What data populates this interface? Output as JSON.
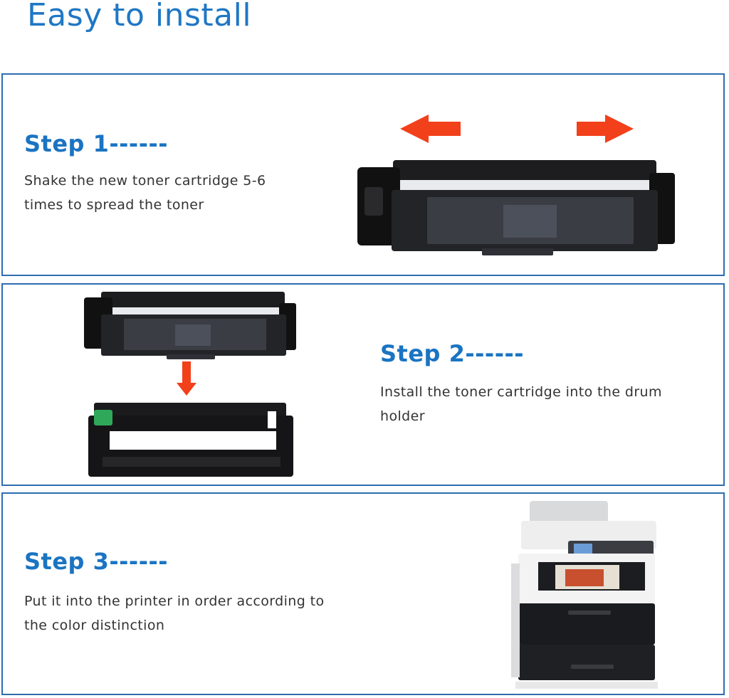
{
  "title": "Easy to install",
  "steps": [
    {
      "heading": "Step 1------",
      "text": "Shake the new toner cartridge 5-6 times to spread the toner"
    },
    {
      "heading": "Step 2------",
      "text": "Install the toner cartridge into the drum holder"
    },
    {
      "heading": "Step 3------",
      "text": "Put it into the printer in order according to the color distinction"
    }
  ],
  "colors": {
    "accent_blue": "#1a74c2",
    "border_blue": "#2e6db0",
    "arrow_red": "#f2401b"
  }
}
